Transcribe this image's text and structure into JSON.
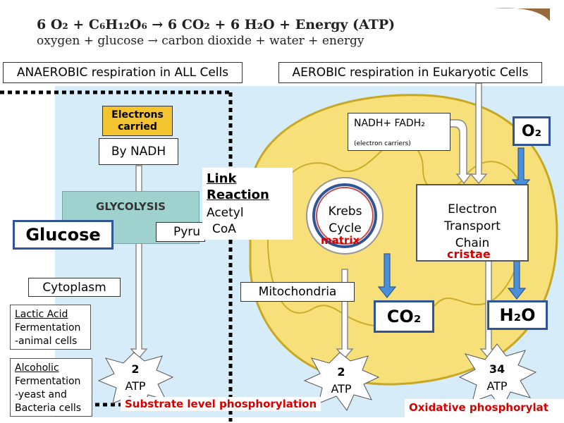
{
  "equation": {
    "line1": "6 O₂   +   C₆H₁₂O₆    →    6 CO₂  +   6 H₂O    + Energy (ATP)",
    "line2": "oxygen   +    glucose      →    carbon dioxide + water + energy"
  },
  "headers": {
    "anaerobic": "ANAEROBIC respiration in ALL Cells",
    "aerobic": "AEROBIC respiration in Eukaryotic Cells"
  },
  "labels": {
    "electrons_carried": "Electrons carried",
    "by_nadh": "By NADH",
    "glycolysis": "GLYCOLYSIS",
    "glucose": "Glucose",
    "pyru": "Pyru",
    "link_reaction": "Link Reaction",
    "acetyl_coa": "Acetyl CoA",
    "krebs_cycle": "Krebs Cycle",
    "matrix": "matrix",
    "nadh_fadh": "NADH+ FADH₂",
    "electron_carriers": "(electron carriers)",
    "o2": "O₂",
    "etc": "Electron Transport Chain",
    "cristae": "cristae",
    "cytoplasm": "Cytoplasm",
    "mitochondria": "Mitochondria",
    "co2": "CO₂",
    "h2o": "H₂O",
    "lactic_title": "Lactic Acid",
    "lactic_line1": "Fermentation",
    "lactic_line2": "-animal cells",
    "alcoholic_title": "Alcoholic",
    "alcoholic_line1": "Fermentation",
    "alcoholic_line2": "-yeast and",
    "alcoholic_line3": "Bacteria cells",
    "atp_left_num": "2",
    "atp_left_unit": "ATP",
    "atp_mid_num": "2",
    "atp_mid_unit": "ATP",
    "atp_right_num": "34",
    "atp_right_unit": "ATP",
    "substrate": "Substrate level  phosphorylation",
    "oxidative": "Oxidative phosphorylat"
  },
  "colors": {
    "cell_bg": "#d6ecf9",
    "mito_fill": "#f7e07a",
    "mito_stroke": "#c8a820",
    "electrons_fill": "#f4c430",
    "glycolysis_fill": "#9fd2cf",
    "krebs_fill": "#f6b99c",
    "arrow_blue": "#4a90d9",
    "red": "#d50000"
  }
}
